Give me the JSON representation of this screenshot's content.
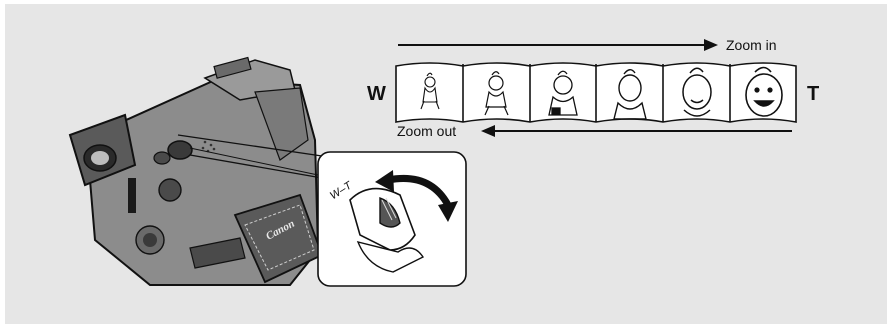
{
  "labels": {
    "zoom_in": "Zoom in",
    "zoom_out": "Zoom out",
    "wide": "W",
    "tele": "T",
    "lever": "W–T",
    "brand": "Canon"
  },
  "film_frames": 6,
  "colors": {
    "background": "#e6e6e6",
    "ink": "#1a1a1a",
    "camera_body": "#8c8c8c",
    "camera_dark": "#4a4a4a",
    "inset_bg": "#ffffff"
  }
}
